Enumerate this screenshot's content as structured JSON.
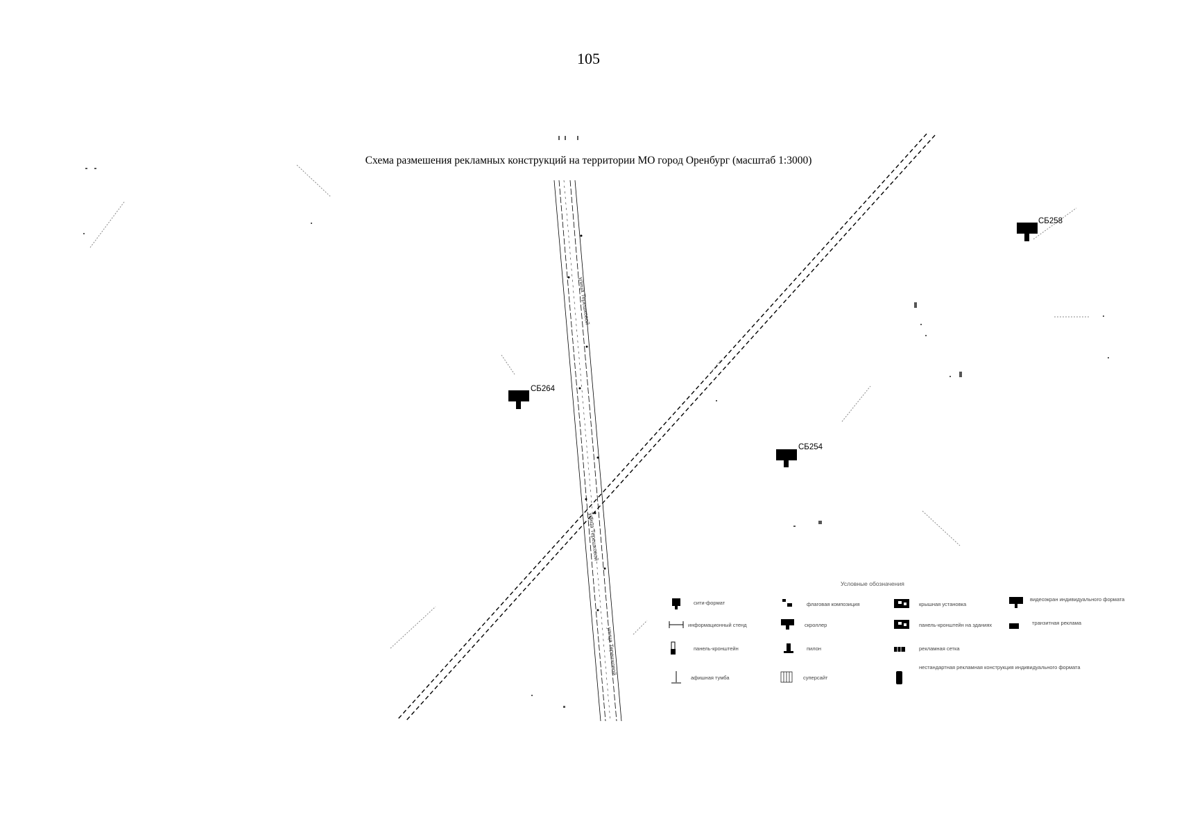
{
  "page_number": "105",
  "title": "Схема размешения рекламных конструкций на территории МО город Оренбург (масштаб 1:3000)",
  "markers": [
    {
      "id": "СБ264",
      "label": "СБ264"
    },
    {
      "id": "СБ254",
      "label": "СБ254"
    },
    {
      "id": "СБ258",
      "label": "СБ258"
    }
  ],
  "streets": {
    "main_upper": "улица Терешковой",
    "main_middle": "улица Терешковой",
    "main_lower": "улица Терешковой"
  },
  "legend": {
    "title": "Условные обозначения",
    "items": [
      {
        "icon": "billboard-icon",
        "label": "сити-формат"
      },
      {
        "icon": "flag-icon",
        "label": "флаговая композиция"
      },
      {
        "icon": "roof-installation-icon",
        "label": "крышная установка"
      },
      {
        "icon": "video-screen-icon",
        "label": "видеоэкран индивидуального формата"
      },
      {
        "icon": "info-board-icon",
        "label": "информационный стенд"
      },
      {
        "icon": "scroller-icon",
        "label": "скроллер"
      },
      {
        "icon": "building-installation-icon",
        "label": "панель-кронштейн на зданиях"
      },
      {
        "icon": "other-advertising-icon",
        "label": "транзитная реклама"
      },
      {
        "icon": "panel-bracket-icon",
        "label": "панель-кронштейн"
      },
      {
        "icon": "pillar-icon",
        "label": "пилон"
      },
      {
        "icon": "banner-icon",
        "label": "рекламная сетка"
      },
      {
        "icon": "sign-icon",
        "label": "афишная тумба"
      },
      {
        "icon": "grid-icon",
        "label": "суперсайт"
      },
      {
        "icon": "nonstandard-icon",
        "label": "нестандартная рекламная конструкция индивидуального формата"
      }
    ]
  }
}
